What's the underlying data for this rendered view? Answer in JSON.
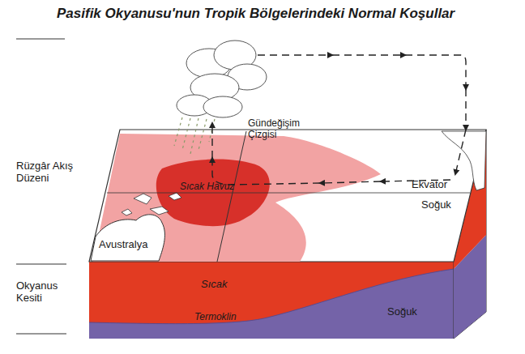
{
  "diagram": {
    "title": "Pasifik Okyanusu'nun Tropik Bölgelerindeki Normal Koşullar",
    "labels": [
      "Rüzgâr Akış Düzeni",
      "Gündeğişim Çizgisi",
      "Ekvator",
      "Soğuk",
      "Sıcak Havuz",
      "Avustralya",
      "Okyanus Kesiti",
      "Sıcak",
      "Termoklin",
      "Soğuk"
    ]
  }
}
